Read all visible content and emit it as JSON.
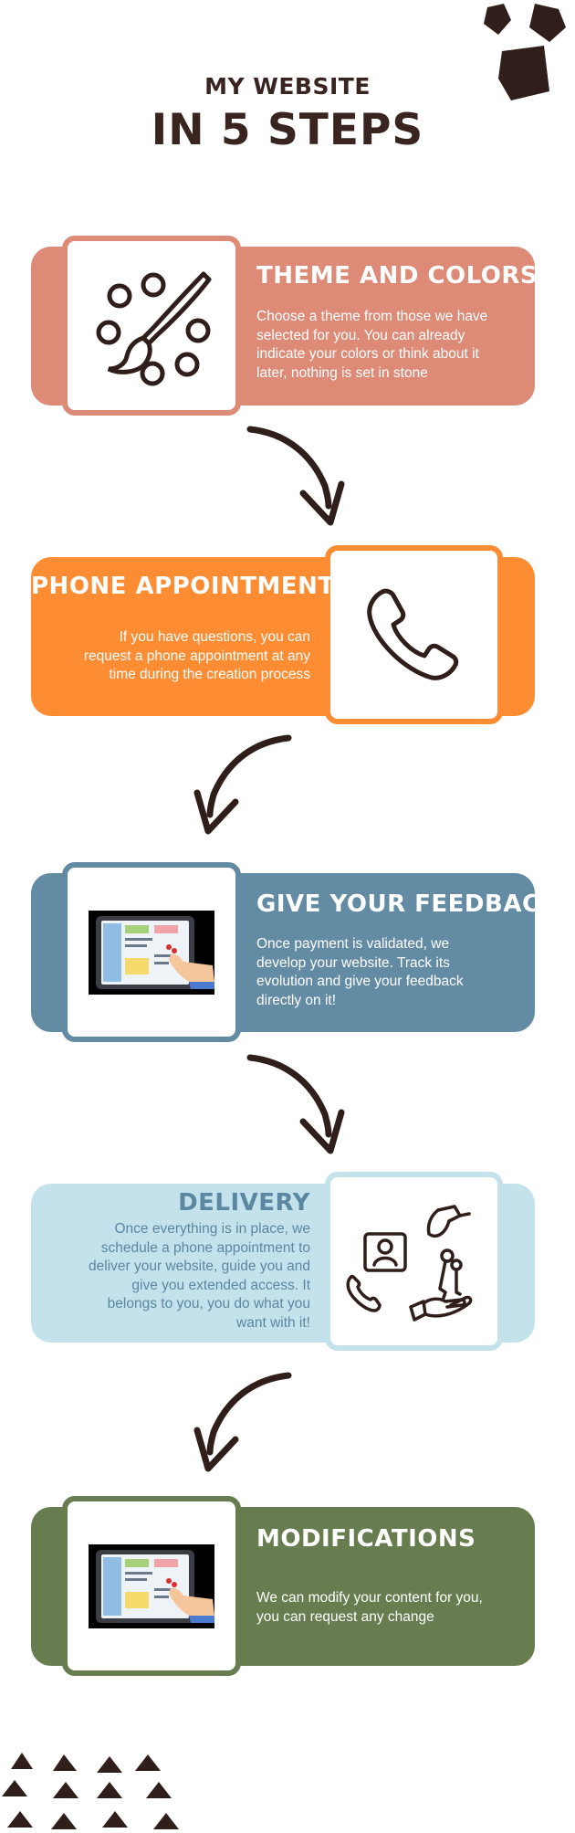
{
  "header": {
    "line1": "MY WEBSITE",
    "line2": "IN 5 STEPS"
  },
  "colors": {
    "ink": "#3a2420",
    "step1": "#dd8a77",
    "step2": "#fd8c32",
    "step3": "#638ba4",
    "step4": "#c3e2ec",
    "step4_text": "#5c87a1",
    "step5": "#677d4f"
  },
  "steps": [
    {
      "title": "THEME AND COLORS",
      "desc": [
        "Choose a theme from those we have",
        "selected for you. You can already",
        "indicate your colors or think about it",
        "later, nothing is set in stone"
      ],
      "icon": "paintbrush-palette-icon"
    },
    {
      "title": "PHONE APPOINTMENT",
      "desc": [
        "If you have questions, you can",
        "request a phone appointment at any",
        "time during the creation process"
      ],
      "icon": "phone-icon"
    },
    {
      "title": "GIVE YOUR FEEDBACK",
      "desc": [
        "Once payment is validated, we",
        "develop your website. Track its",
        "evolution and give your feedback",
        "directly on it!"
      ],
      "icon": "tablet-touch-icon"
    },
    {
      "title": "DELIVERY",
      "desc": [
        "Once everything is in place, we",
        "schedule a phone appointment to",
        "deliver your website, guide you and",
        "give you extended access. It",
        "belongs to you, you do what you",
        "want with it!"
      ],
      "icon": "keys-handover-icon"
    },
    {
      "title": "MODIFICATIONS",
      "desc": [
        "We can modify your content for you,",
        "you can request any change"
      ],
      "icon": "tablet-touch-icon"
    }
  ]
}
